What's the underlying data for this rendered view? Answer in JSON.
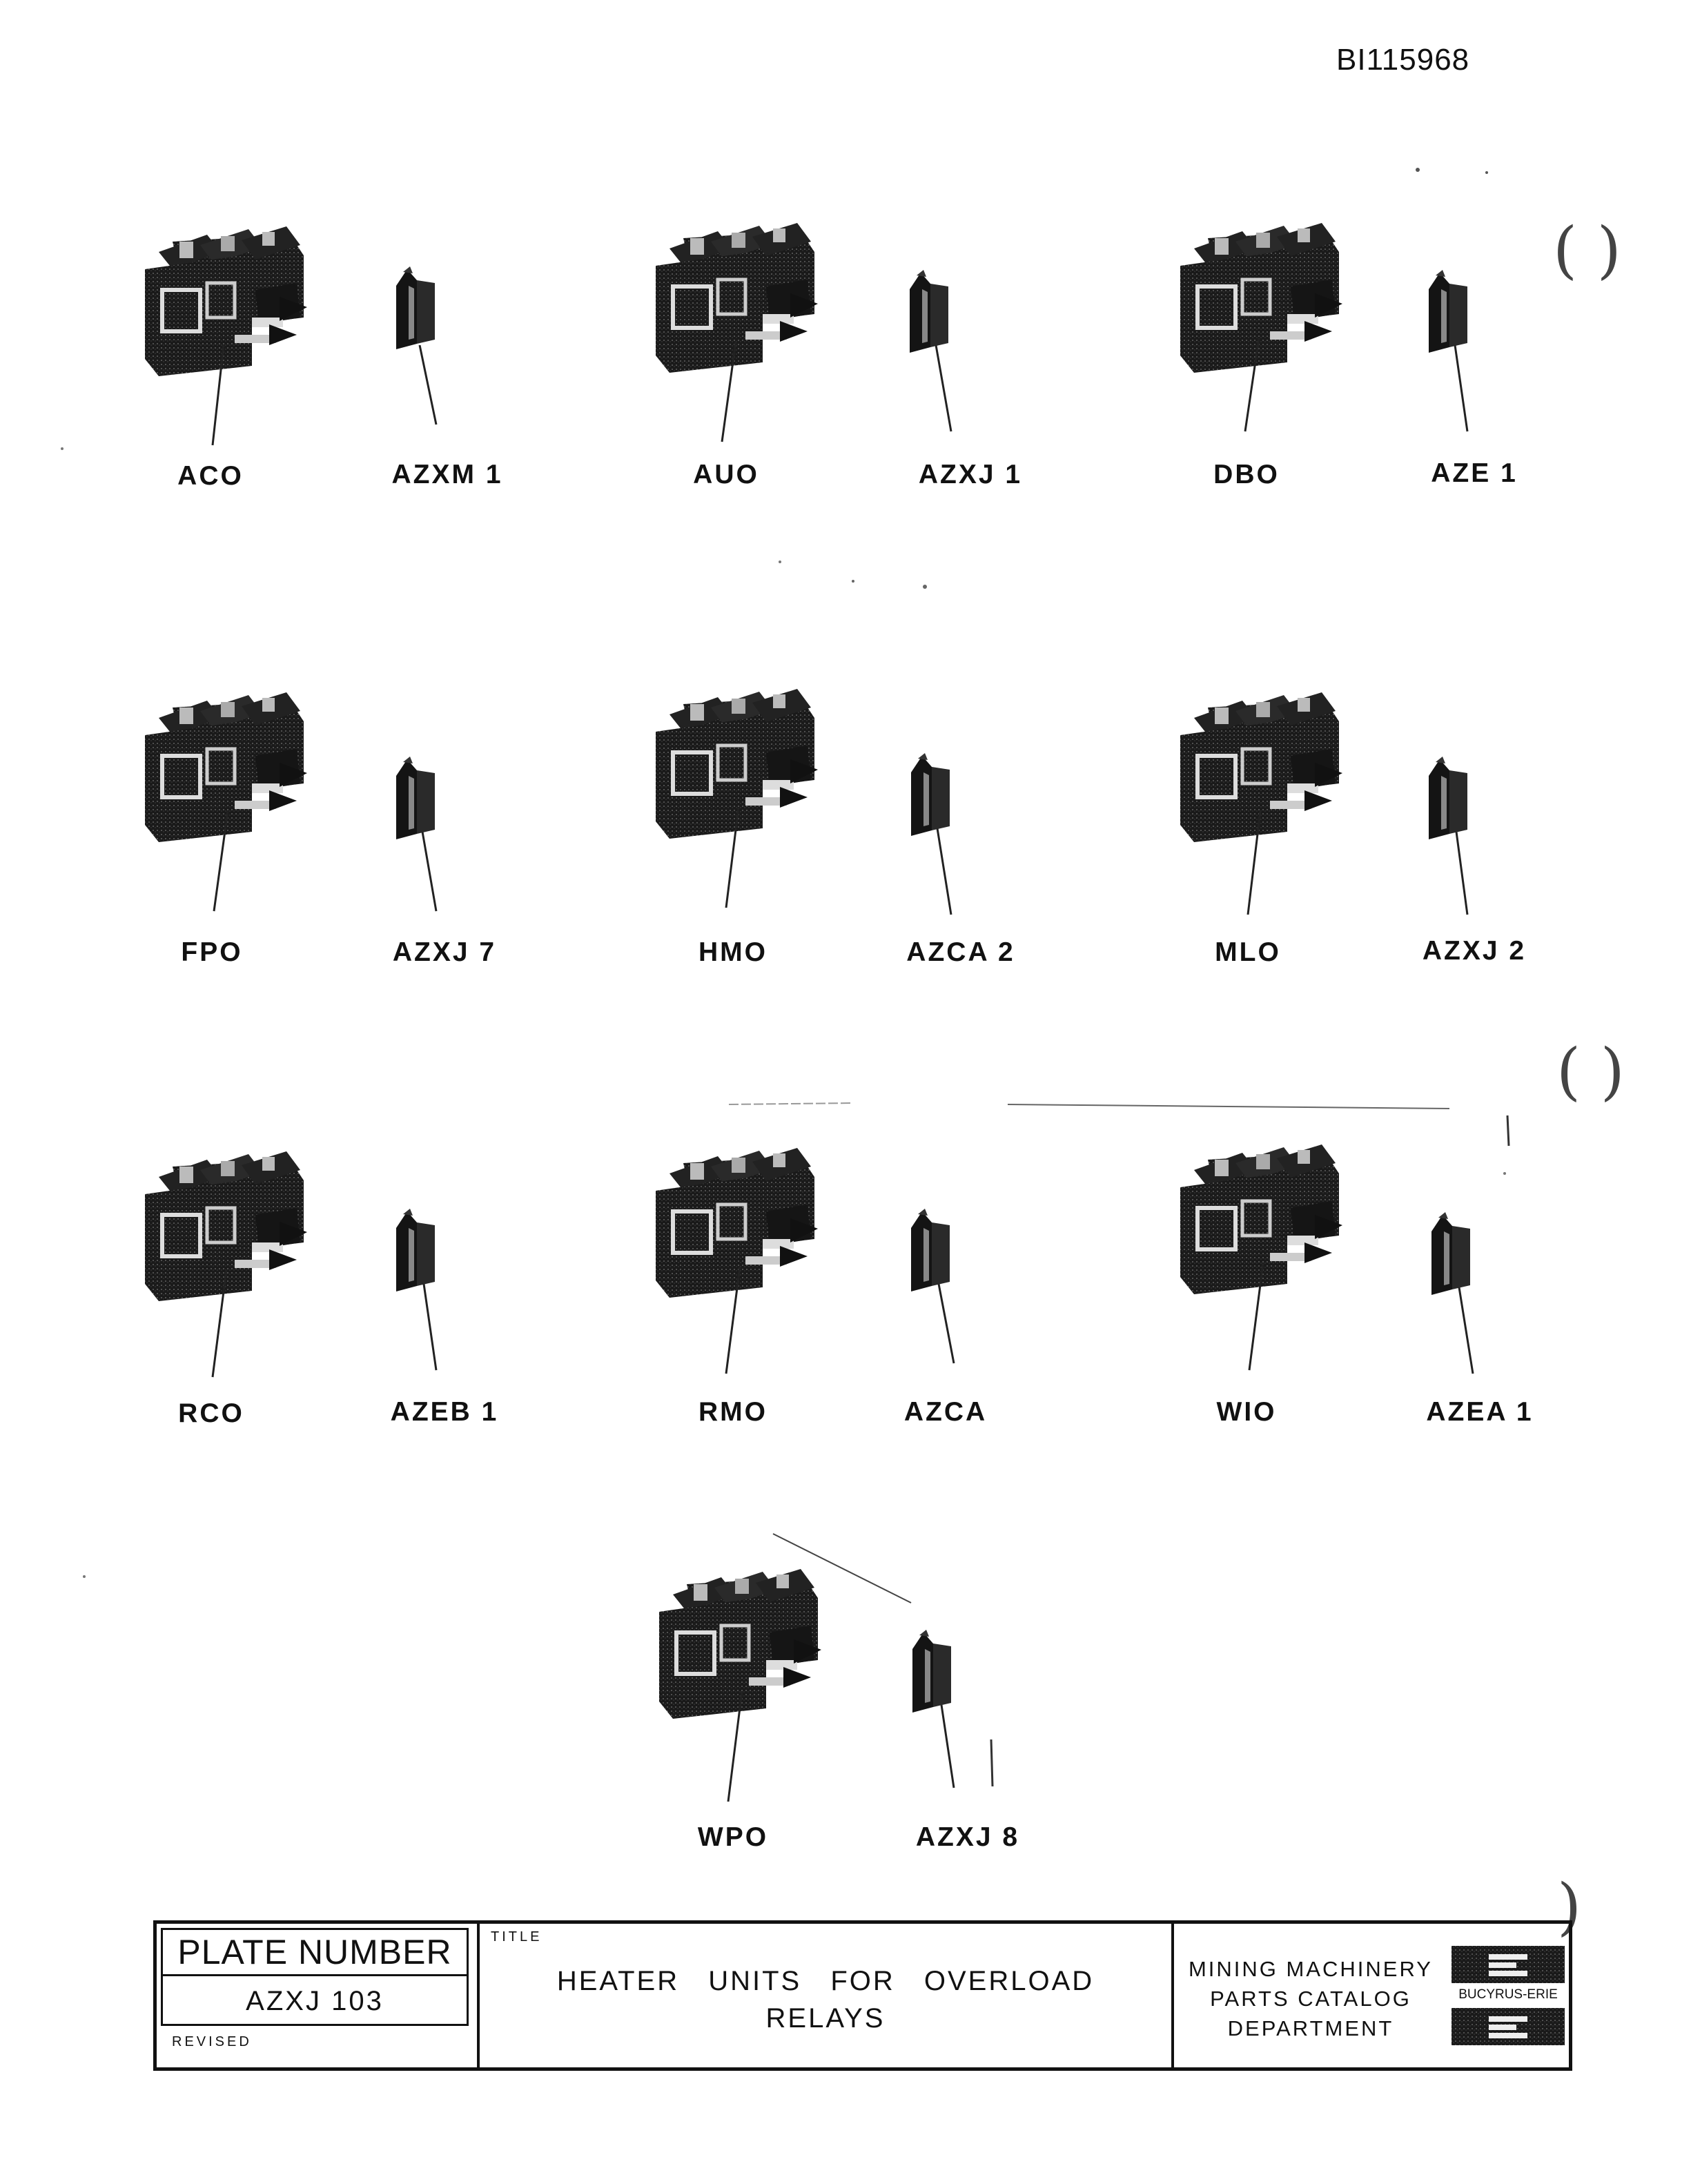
{
  "document": {
    "id": "BI115968",
    "parts": [
      {
        "relay_label": "ACO",
        "heater_label": "AZXM 1"
      },
      {
        "relay_label": "AUO",
        "heater_label": "AZXJ 1"
      },
      {
        "relay_label": "DBO",
        "heater_label": "AZE 1"
      },
      {
        "relay_label": "FPO",
        "heater_label": "AZXJ 7"
      },
      {
        "relay_label": "HMO",
        "heater_label": "AZCA 2"
      },
      {
        "relay_label": "MLO",
        "heater_label": "AZXJ 2"
      },
      {
        "relay_label": "RCO",
        "heater_label": "AZEB 1"
      },
      {
        "relay_label": "RMO",
        "heater_label": "AZCA"
      },
      {
        "relay_label": "WIO",
        "heater_label": "AZEA 1"
      },
      {
        "relay_label": "WPO",
        "heater_label": "AZXJ 8"
      }
    ]
  },
  "title_block": {
    "plate_number_heading": "PLATE NUMBER",
    "plate_number": "AZXJ 103",
    "revised_label": "REVISED",
    "title_label": "TITLE",
    "title_line1": "HEATER UNITS FOR OVERLOAD",
    "title_line2": "RELAYS",
    "department_line1": "MINING MACHINERY",
    "department_line2": "PARTS CATALOG",
    "department_line3": "DEPARTMENT",
    "brand": "BUCYRUS-ERIE"
  }
}
